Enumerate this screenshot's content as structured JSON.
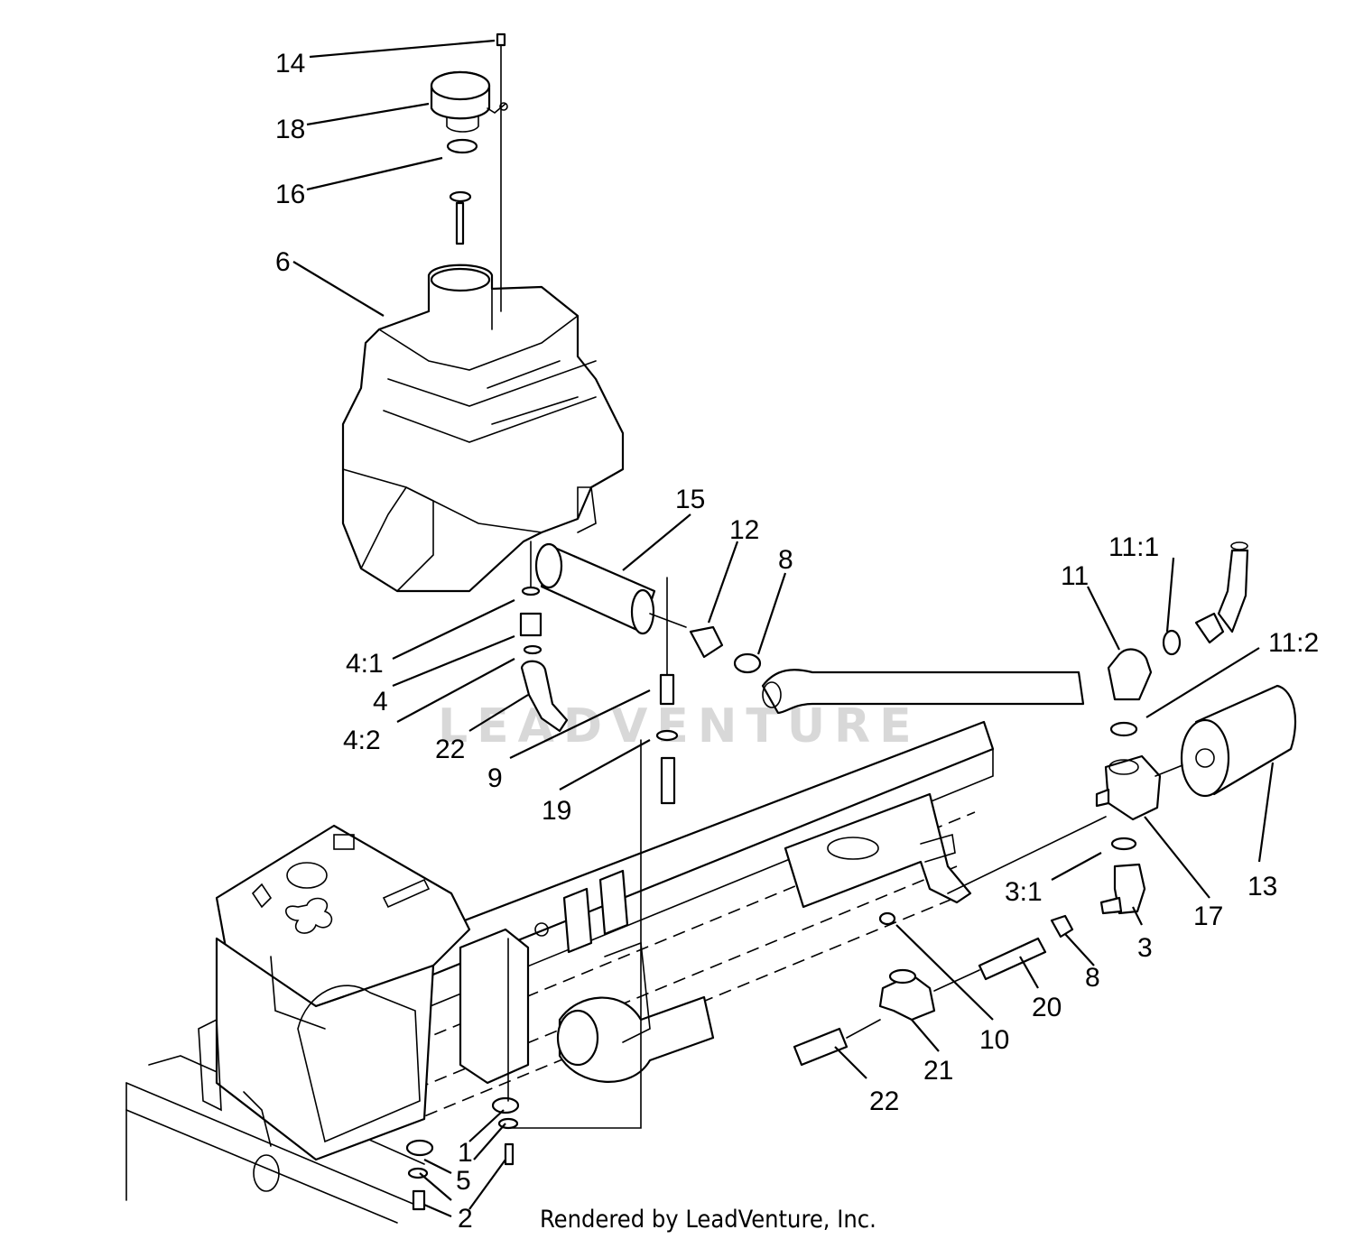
{
  "diagram": {
    "credit": "Rendered by LeadVenture, Inc.",
    "watermark": "LEADVENTURE",
    "callouts": [
      {
        "id": "c14",
        "label": "14"
      },
      {
        "id": "c18",
        "label": "18"
      },
      {
        "id": "c16",
        "label": "16"
      },
      {
        "id": "c6",
        "label": "6"
      },
      {
        "id": "c15",
        "label": "15"
      },
      {
        "id": "c12",
        "label": "12"
      },
      {
        "id": "c8a",
        "label": "8"
      },
      {
        "id": "c11_1",
        "label": "11:1"
      },
      {
        "id": "c11",
        "label": "11"
      },
      {
        "id": "c11_2",
        "label": "11:2"
      },
      {
        "id": "c4_1",
        "label": "4:1"
      },
      {
        "id": "c4",
        "label": "4"
      },
      {
        "id": "c4_2",
        "label": "4:2"
      },
      {
        "id": "c22a",
        "label": "22"
      },
      {
        "id": "c9",
        "label": "9"
      },
      {
        "id": "c19",
        "label": "19"
      },
      {
        "id": "c13",
        "label": "13"
      },
      {
        "id": "c17",
        "label": "17"
      },
      {
        "id": "c3_1",
        "label": "3:1"
      },
      {
        "id": "c3",
        "label": "3"
      },
      {
        "id": "c8b",
        "label": "8"
      },
      {
        "id": "c20",
        "label": "20"
      },
      {
        "id": "c10",
        "label": "10"
      },
      {
        "id": "c21",
        "label": "21"
      },
      {
        "id": "c22b",
        "label": "22"
      },
      {
        "id": "c1",
        "label": "1"
      },
      {
        "id": "c5",
        "label": "5"
      },
      {
        "id": "c2",
        "label": "2"
      }
    ]
  }
}
